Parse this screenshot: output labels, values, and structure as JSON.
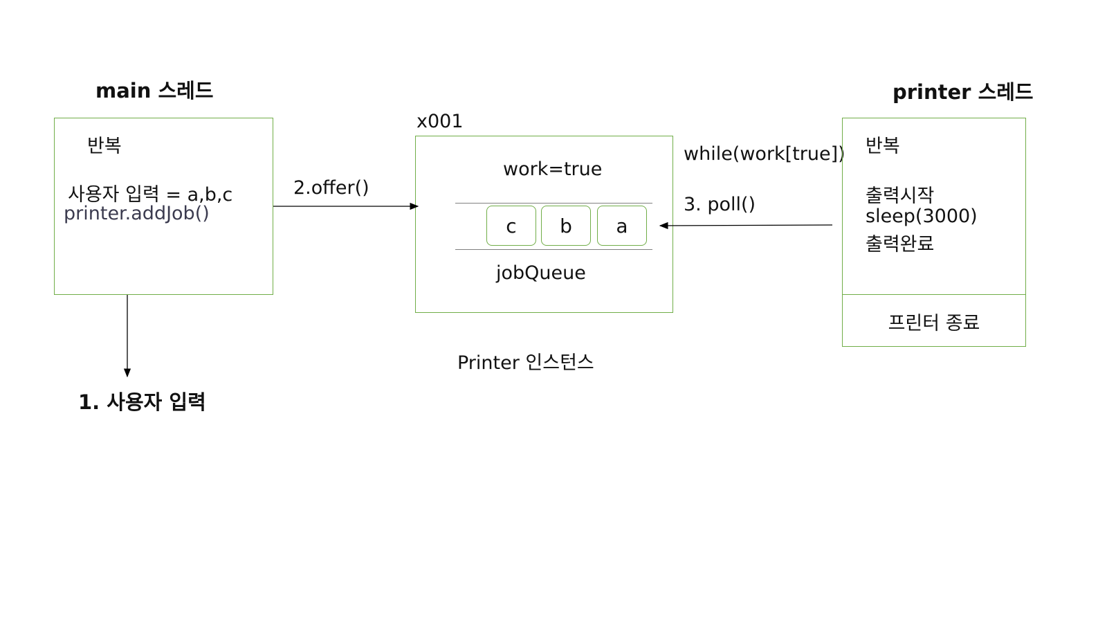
{
  "main_thread": {
    "heading": "main 스레드",
    "loop_label": "반복",
    "user_input_line": "사용자 입력 = a,b,c",
    "add_job_call": "printer.addJob()",
    "step1_label": "1. 사용자 입력"
  },
  "arrows": {
    "offer_label": "2.offer()",
    "while_label": "while(work[true])",
    "poll_label": "3. poll()"
  },
  "printer_instance": {
    "address": "x001",
    "work_flag": "work=true",
    "queue_items": [
      "c",
      "b",
      "a"
    ],
    "queue_label": "jobQueue",
    "caption": "Printer 인스턴스"
  },
  "printer_thread": {
    "heading": "printer 스레드",
    "loop_label": "반복",
    "lines": [
      "출력시작",
      "sleep(3000)",
      "출력완료"
    ],
    "end_label": "프린터 종료"
  },
  "colors": {
    "box_border": "#70ad47",
    "queue_line": "#7f7f7f",
    "arrow": "#000000"
  }
}
